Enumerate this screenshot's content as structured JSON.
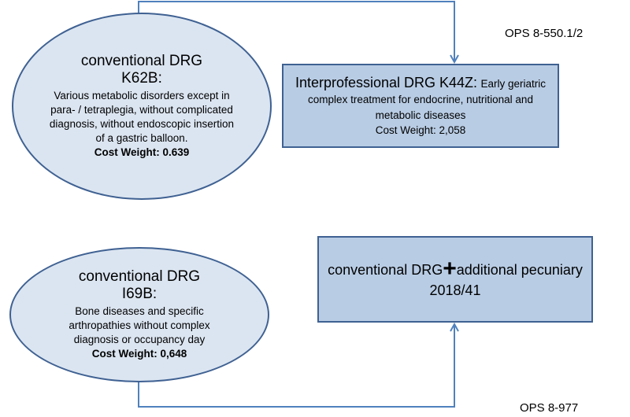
{
  "colors": {
    "ellipse_fill": "#dbe5f1",
    "box_fill": "#b8cce4",
    "stroke": "#3f6192",
    "connector": "#4f81bd"
  },
  "ellipse_top": {
    "title_line1": "conventional DRG",
    "title_line2": "K62B:",
    "description": "Various metabolic disorders except in para- / tetraplegia, without complicated diagnosis, without endoscopic insertion of a gastric balloon.",
    "cost_weight": "Cost Weight: 0.639"
  },
  "box_top": {
    "title": "Interprofessional DRG K44Z:",
    "description": "Early geriatric complex treatment  for endocrine, nutritional and metabolic diseases",
    "cost_weight": "Cost Weight: 2,058"
  },
  "ops_top": "OPS 8-550.1/2",
  "ellipse_bottom": {
    "title_line1": "conventional DRG",
    "title_line2": "I69B:",
    "description": "Bone diseases and specific arthropathies without complex diagnosis or occupancy day",
    "cost_weight": "Cost Weight: 0,648"
  },
  "box_bottom": {
    "text_before": "conventional DRG",
    "plus": "+",
    "text_after": "additional pecuniary 2018/41"
  },
  "ops_bottom": "OPS 8-977"
}
